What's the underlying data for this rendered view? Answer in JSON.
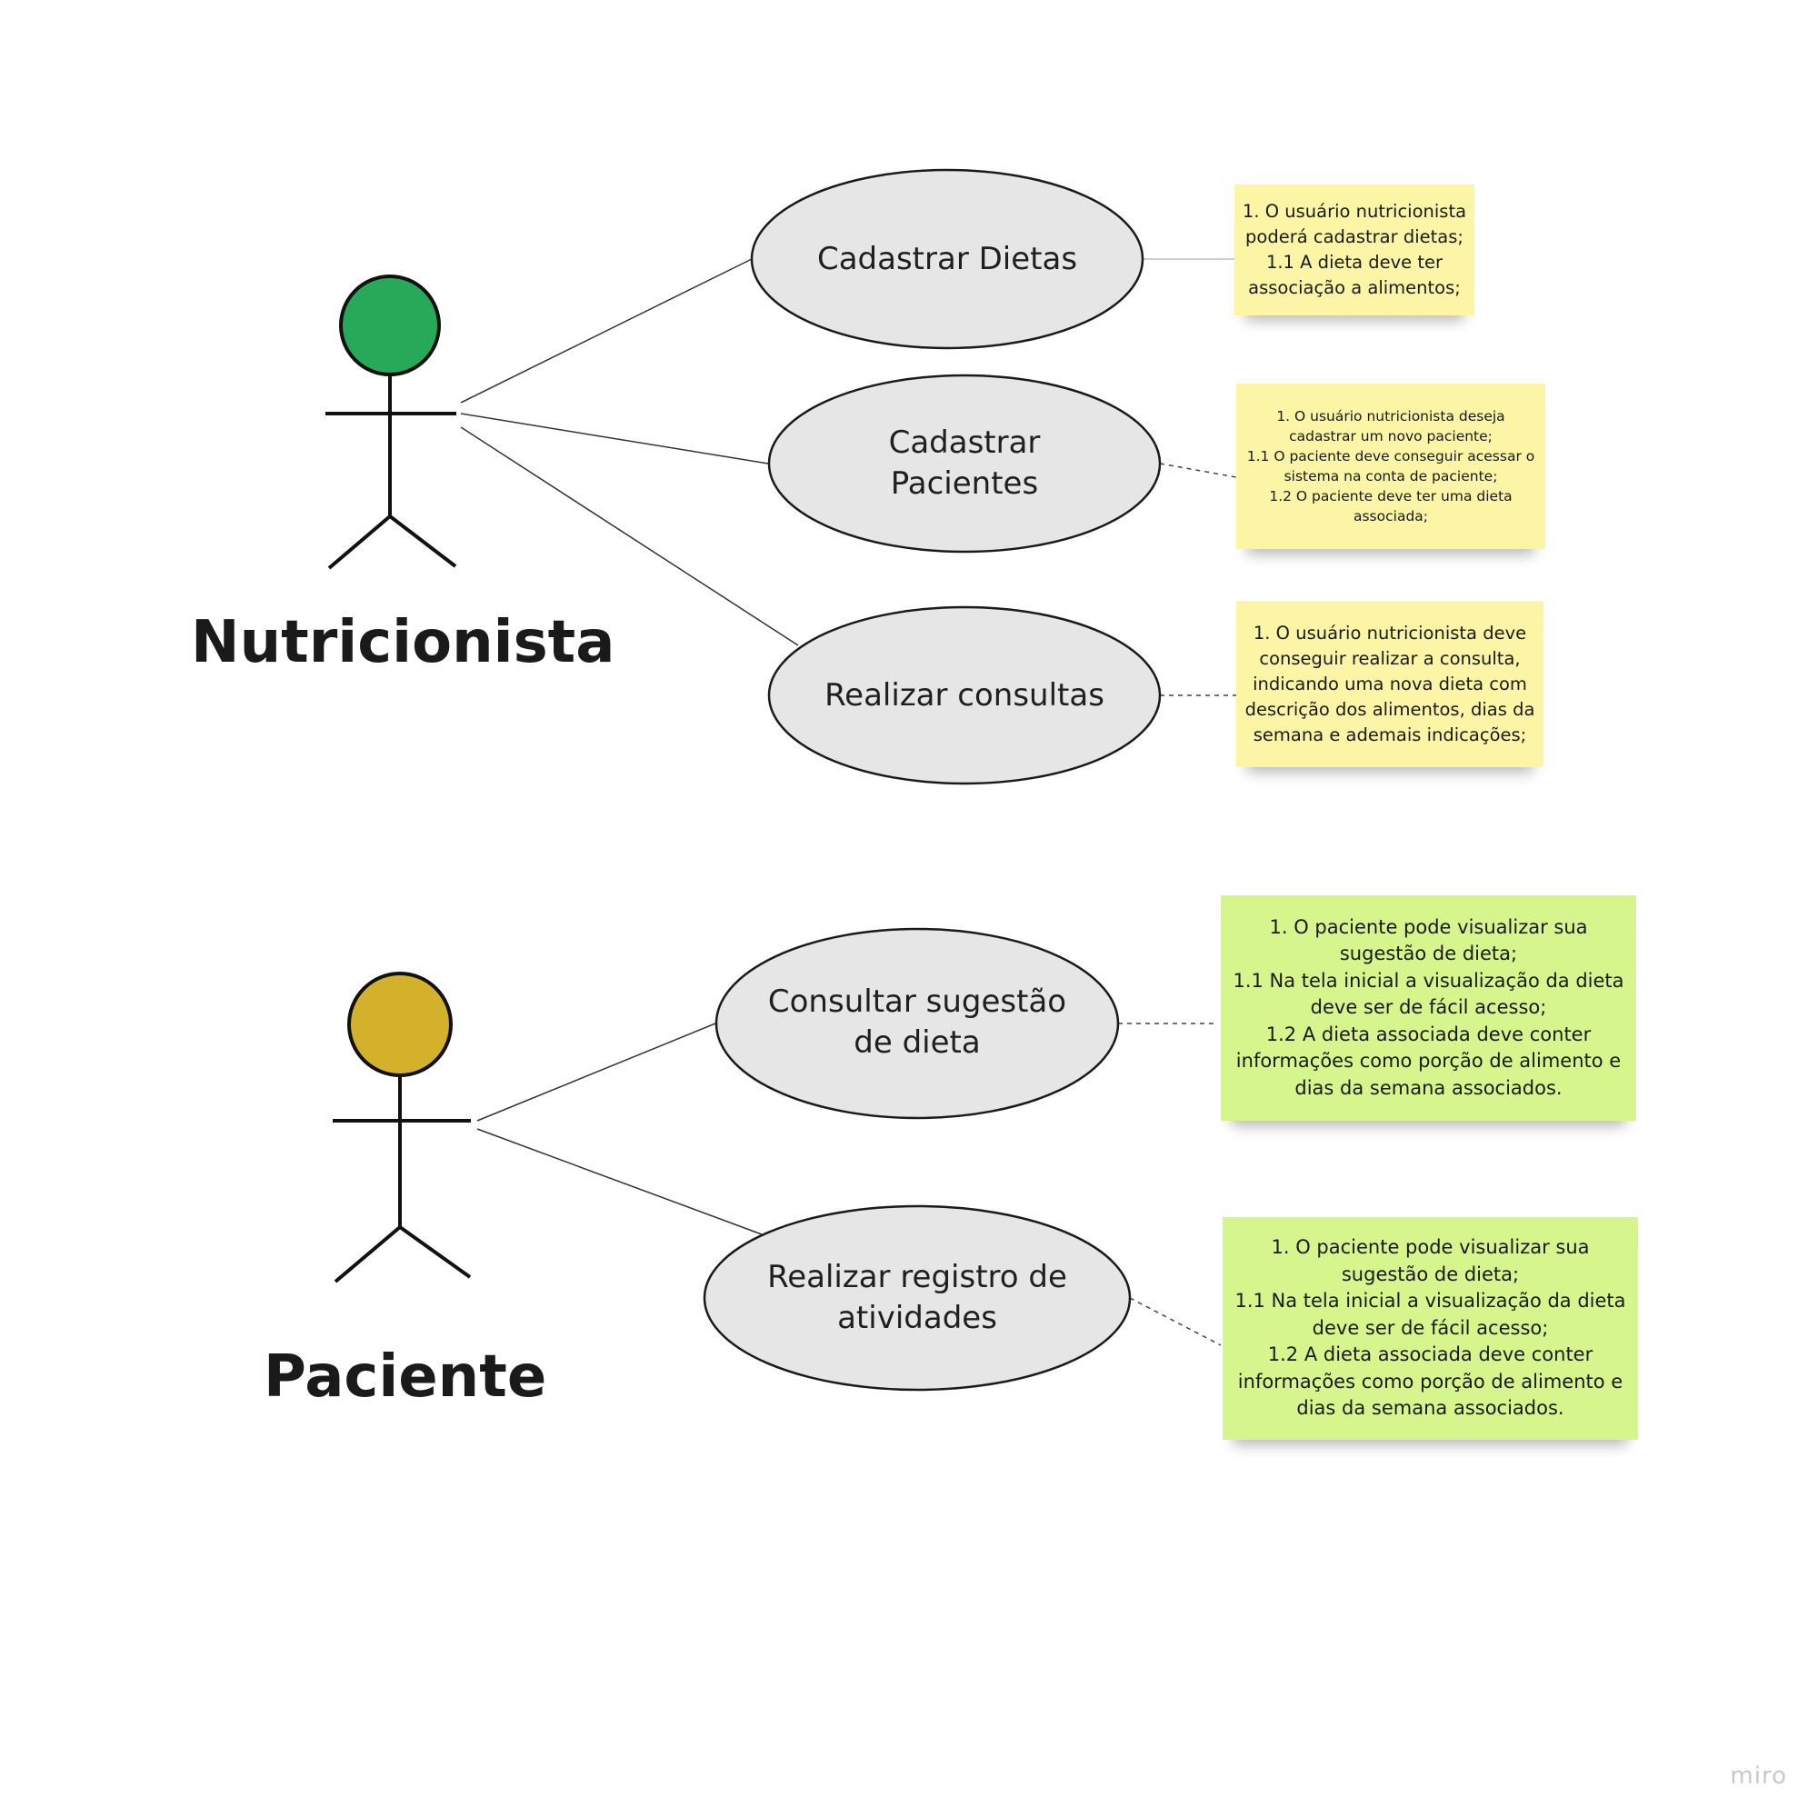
{
  "actors": [
    {
      "name": "Nutricionista",
      "head_color": "#27a95a"
    },
    {
      "name": "Paciente",
      "head_color": "#d4b12b"
    }
  ],
  "use_cases": [
    {
      "lines": [
        "Cadastrar Dietas"
      ]
    },
    {
      "lines": [
        "Cadastrar",
        "Pacientes"
      ]
    },
    {
      "lines": [
        "Realizar consultas"
      ]
    },
    {
      "lines": [
        "Consultar sugestão",
        "de dieta"
      ]
    },
    {
      "lines": [
        "Realizar registro de",
        "atividades"
      ]
    }
  ],
  "notes": [
    {
      "color": "yellow",
      "lines": [
        "1. O usuário nutricionista",
        "poderá cadastrar dietas;",
        "1.1 A dieta deve ter",
        "associação a alimentos;"
      ]
    },
    {
      "color": "yellow",
      "lines": [
        "1. O usuário nutricionista deseja",
        "cadastrar um novo paciente;",
        "1.1 O paciente deve conseguir acessar o",
        "sistema na conta de paciente;",
        "1.2 O paciente deve ter uma dieta",
        "associada;"
      ]
    },
    {
      "color": "yellow",
      "lines": [
        "1. O usuário nutricionista deve",
        "conseguir realizar a consulta,",
        "indicando uma nova dieta com",
        "descrição dos alimentos, dias da",
        "semana e ademais indicações;"
      ]
    },
    {
      "color": "green",
      "lines": [
        "1. O paciente pode visualizar sua",
        "sugestão de dieta;",
        "1.1 Na tela inicial a visualização da dieta",
        "deve ser de fácil acesso;",
        "1.2 A dieta associada deve conter",
        "informações como porção de alimento e",
        "dias da semana associados."
      ]
    },
    {
      "color": "green",
      "lines": [
        "1. O paciente pode visualizar sua",
        "sugestão de dieta;",
        "1.1 Na tela inicial a visualização da dieta",
        "deve ser de fácil acesso;",
        "1.2 A dieta associada deve conter",
        "informações como porção de alimento e",
        "dias da semana associados."
      ]
    }
  ],
  "colors": {
    "note_yellow": "#fbf5a5",
    "note_green": "#d6f58c",
    "ellipse_fill": "#e6e6e6"
  },
  "brand": "miro"
}
